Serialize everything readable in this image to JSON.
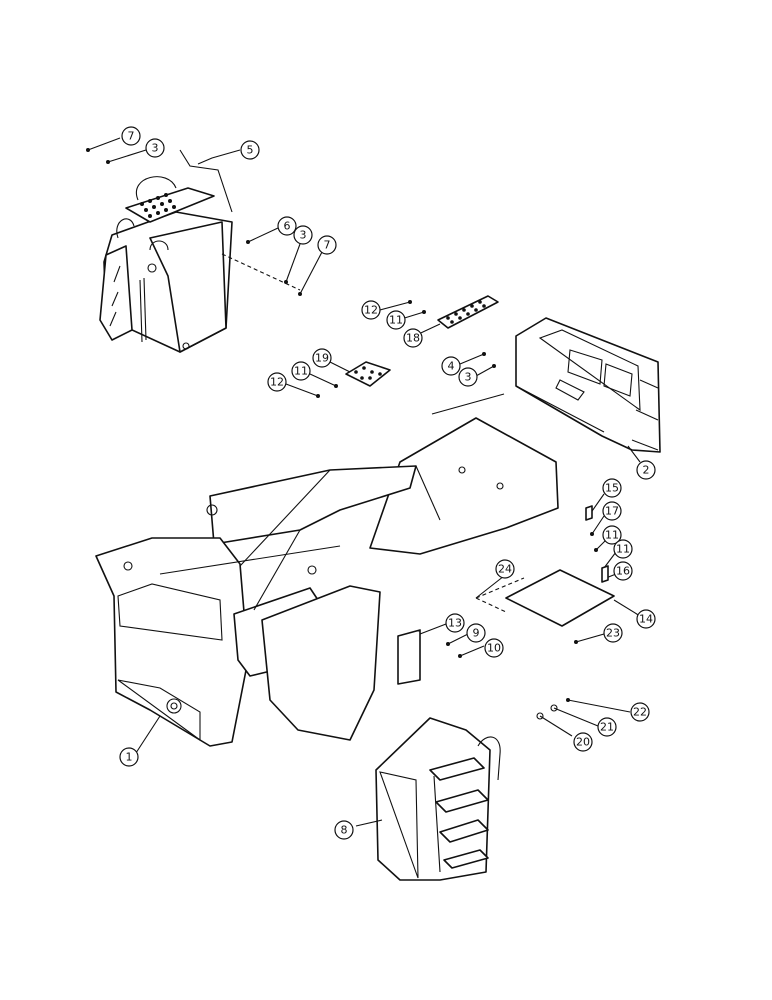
{
  "callouts": [
    {
      "id": "c7a",
      "label": "7"
    },
    {
      "id": "c3a",
      "label": "3"
    },
    {
      "id": "c5",
      "label": "5"
    },
    {
      "id": "c6",
      "label": "6"
    },
    {
      "id": "c3b",
      "label": "3"
    },
    {
      "id": "c7b",
      "label": "7"
    },
    {
      "id": "c12a",
      "label": "12"
    },
    {
      "id": "c11a",
      "label": "11"
    },
    {
      "id": "c18",
      "label": "18"
    },
    {
      "id": "c4",
      "label": "4"
    },
    {
      "id": "c3c",
      "label": "3"
    },
    {
      "id": "c19",
      "label": "19"
    },
    {
      "id": "c11b",
      "label": "11"
    },
    {
      "id": "c12b",
      "label": "12"
    },
    {
      "id": "c2",
      "label": "2"
    },
    {
      "id": "c15",
      "label": "15"
    },
    {
      "id": "c17",
      "label": "17"
    },
    {
      "id": "c11c",
      "label": "11"
    },
    {
      "id": "c11d",
      "label": "11"
    },
    {
      "id": "c16",
      "label": "16"
    },
    {
      "id": "c24",
      "label": "24"
    },
    {
      "id": "c14",
      "label": "14"
    },
    {
      "id": "c13",
      "label": "13"
    },
    {
      "id": "c9",
      "label": "9"
    },
    {
      "id": "c10",
      "label": "10"
    },
    {
      "id": "c23",
      "label": "23"
    },
    {
      "id": "c22",
      "label": "22"
    },
    {
      "id": "c21",
      "label": "21"
    },
    {
      "id": "c20",
      "label": "20"
    },
    {
      "id": "c1",
      "label": "1"
    },
    {
      "id": "c8",
      "label": "8"
    }
  ]
}
